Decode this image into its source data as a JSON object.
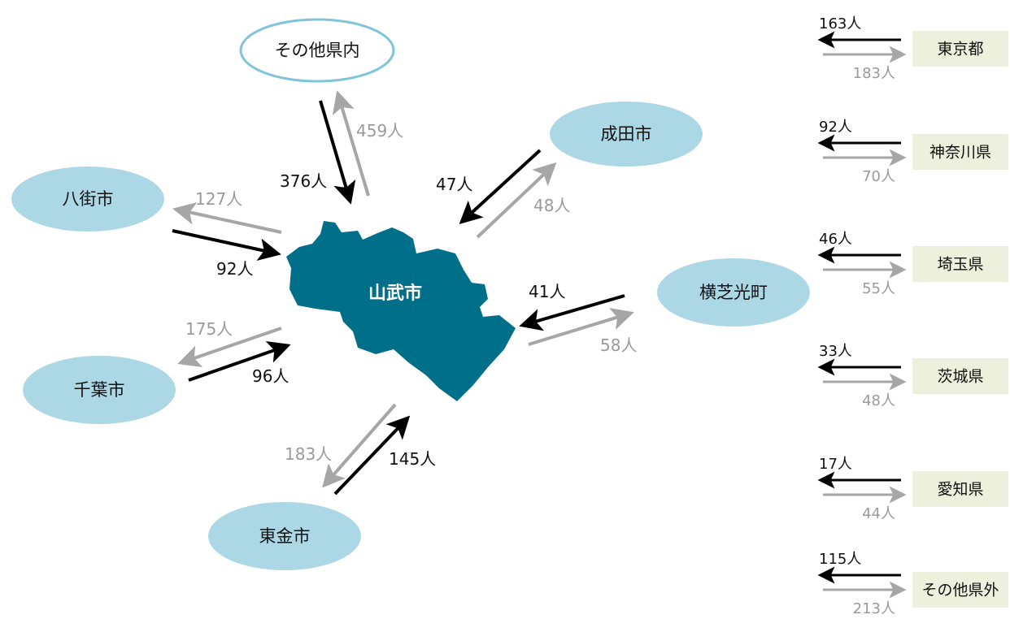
{
  "center": {
    "name": "山武市"
  },
  "colors": {
    "map": "#006f8a",
    "bubble": "#acd8e6",
    "bubble_outline": "#7fc4d8",
    "box": "#ecf0dc",
    "in_arrow": "#000000",
    "out_arrow": "#a6a6a6"
  },
  "flows": [
    {
      "name": "その他県内",
      "in": "376人",
      "out": "459人"
    },
    {
      "name": "成田市",
      "in": "47人",
      "out": "48人"
    },
    {
      "name": "八街市",
      "in": "92人",
      "out": "127人"
    },
    {
      "name": "横芝光町",
      "in": "41人",
      "out": "58人"
    },
    {
      "name": "千葉市",
      "in": "96人",
      "out": "175人"
    },
    {
      "name": "東金市",
      "in": "145人",
      "out": "183人"
    }
  ],
  "prefectures": [
    {
      "name": "東京都",
      "in": "163人",
      "out": "183人"
    },
    {
      "name": "神奈川県",
      "in": "92人",
      "out": "70人"
    },
    {
      "name": "埼玉県",
      "in": "46人",
      "out": "55人"
    },
    {
      "name": "茨城県",
      "in": "33人",
      "out": "48人"
    },
    {
      "name": "愛知県",
      "in": "17人",
      "out": "44人"
    },
    {
      "name": "その他県外",
      "in": "115人",
      "out": "213人"
    }
  ]
}
